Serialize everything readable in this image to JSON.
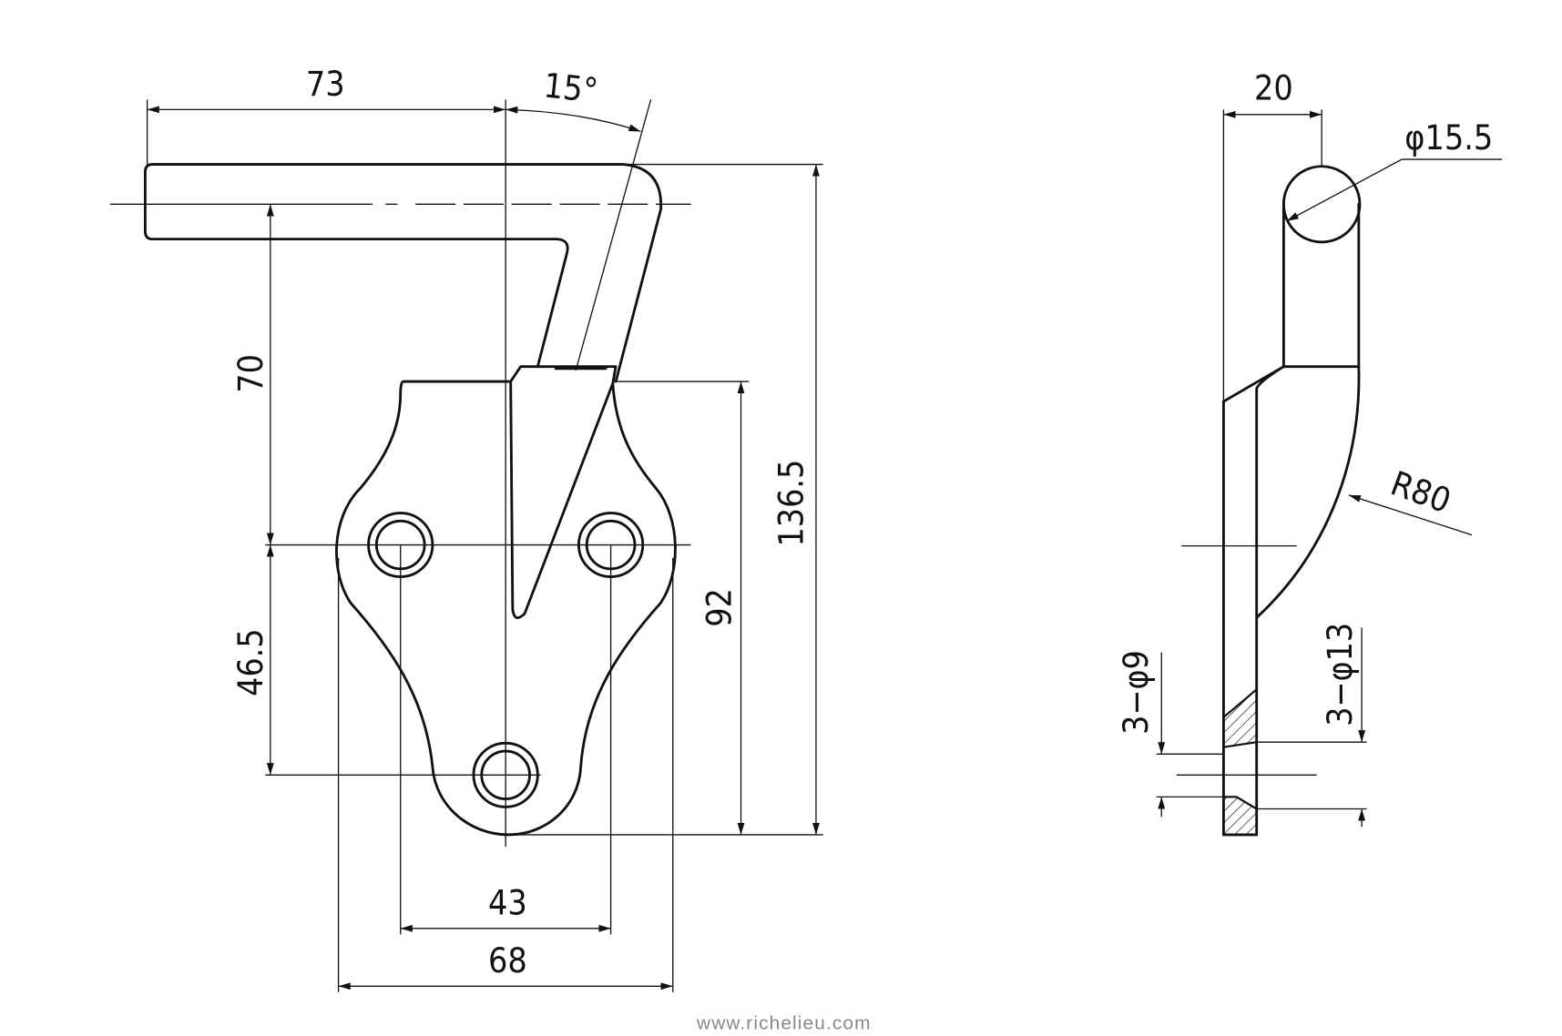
{
  "front_view": {
    "dimensions": {
      "handle_length": "73",
      "handle_angle": "15°",
      "handle_to_holes": "70",
      "hole_vertical_spacing": "46.5",
      "overall_height": "136.5",
      "plate_height": "92",
      "hole_horizontal_spacing": "43",
      "plate_width": "68"
    }
  },
  "side_view": {
    "dimensions": {
      "width": "20",
      "handle_diameter": "φ15.5",
      "radius": "R80",
      "small_hole": "3−φ9",
      "countersink": "3−φ13"
    }
  },
  "footer": {
    "website": "www.richelieu.com"
  },
  "colors": {
    "line": "#111111",
    "footer_text": "#888888"
  }
}
